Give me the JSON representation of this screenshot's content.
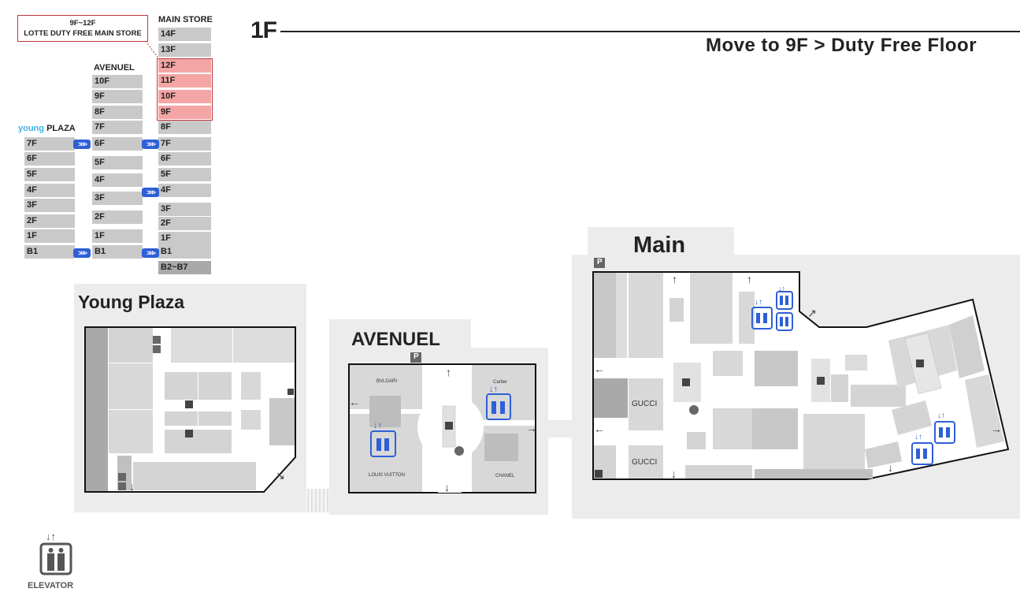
{
  "header": {
    "floor": "1F",
    "link_text": "Move to 9F > Duty Free Floor"
  },
  "directory": {
    "duty_free_range": "9F~12F",
    "duty_free_name": "LOTTE DUTY FREE MAIN STORE",
    "young_plaza_label_part1": "young",
    "young_plaza_label_part2": "PLAZA",
    "avenuel_label": "AVENUEL",
    "main_store_label": "MAIN STORE",
    "young_plaza_floors": [
      "7F",
      "6F",
      "5F",
      "4F",
      "3F",
      "2F",
      "1F",
      "B1"
    ],
    "avenuel_floors": [
      "10F",
      "9F",
      "8F",
      "7F",
      "6F",
      "5F",
      "4F",
      "3F",
      "2F",
      "1F",
      "B1"
    ],
    "main_store_floors": [
      "14F",
      "13F",
      "12F",
      "11F",
      "10F",
      "9F",
      "8F",
      "7F",
      "6F",
      "5F",
      "4F",
      "3F",
      "2F",
      "1F",
      "B1",
      "B2~B7"
    ],
    "highlighted_floors": [
      "12F",
      "11F",
      "10F",
      "9F"
    ]
  },
  "map": {
    "young_plaza_title": "Young Plaza",
    "avenuel_title": "AVENUEL",
    "main_title": "Main",
    "parking_label": "P",
    "stores": {
      "bvlgari": "BVLGARI",
      "cartier": "Cartier",
      "louis_vuitton": "LOUIS VUITTON",
      "chanel": "CHANEL",
      "gucci_1": "GUCCI",
      "gucci_2": "GUCCI"
    }
  },
  "legend": {
    "elevator_label": "ELEVATOR"
  },
  "colors": {
    "accent_red": "#c0383b",
    "highlight_pink": "#f4a6a6",
    "elevator_blue": "#2f5fd6",
    "floor_gray": "#c9c9c9",
    "building_bg": "#ececec"
  },
  "icons": [
    "elevator-icon",
    "escalator-icon",
    "restroom-icon",
    "parking-icon",
    "connection-chevron-icon",
    "arrow-icon"
  ]
}
